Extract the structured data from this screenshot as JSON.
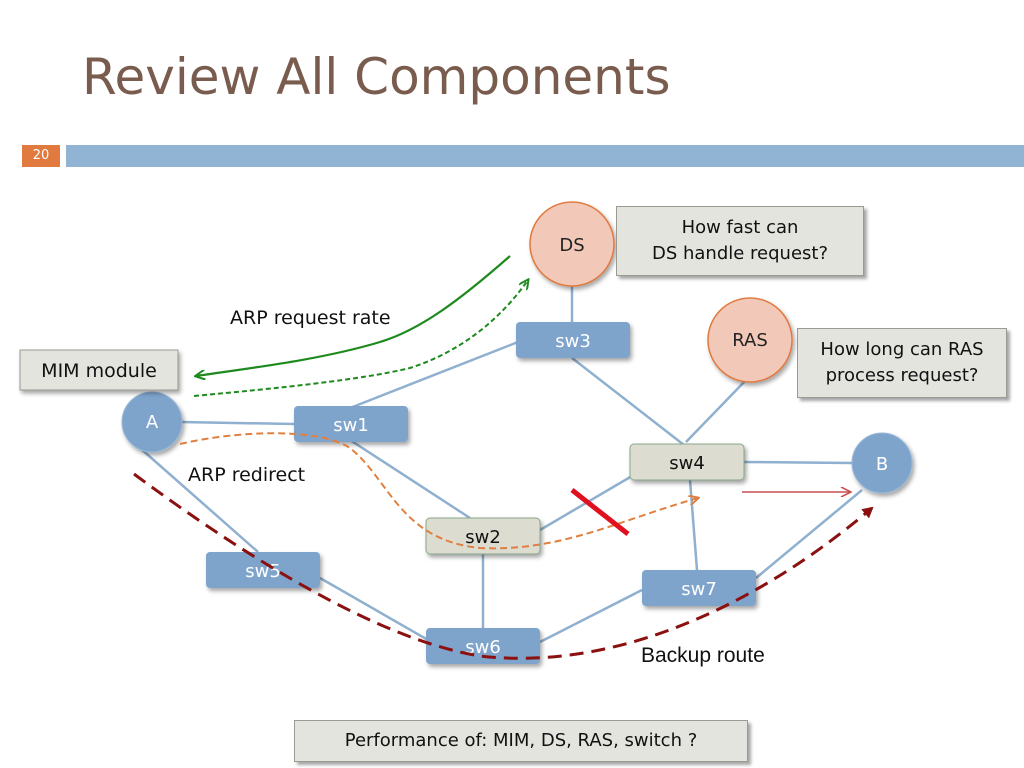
{
  "slide": {
    "title": "Review All Components",
    "page_number": "20"
  },
  "nodes": {
    "ds": "DS",
    "ras": "RAS",
    "host_a": "A",
    "host_b": "B",
    "sw1": "sw1",
    "sw2": "sw2",
    "sw3": "sw3",
    "sw4": "sw4",
    "sw5": "sw5",
    "sw6": "sw6",
    "sw7": "sw7",
    "mim_module": "MIM module"
  },
  "callouts": {
    "ds_question_line1": "How fast can",
    "ds_question_line2": "DS handle request?",
    "ras_question_line1": "How long can RAS",
    "ras_question_line2": "process request?",
    "performance": "Performance of: MIM, DS, RAS, switch ?"
  },
  "labels": {
    "arp_request_rate": "ARP request rate",
    "arp_redirect": "ARP redirect",
    "backup_route": "Backup route"
  },
  "colors": {
    "title": "#7a5c4e",
    "page_number_bg": "#e07a3f",
    "title_bar": "#92b4d4",
    "switch_blue": "#7fa4cc",
    "switch_gray": "#dcdcd0",
    "server_fill": "#f2c8b8",
    "server_stroke": "#e07a3f",
    "arp_rate_arrow": "#1e8a1e",
    "arp_redirect_arrow": "#e08040",
    "backup_route": "#8b1010",
    "failed_link": "#e01020",
    "primary_path": "#c85050"
  }
}
